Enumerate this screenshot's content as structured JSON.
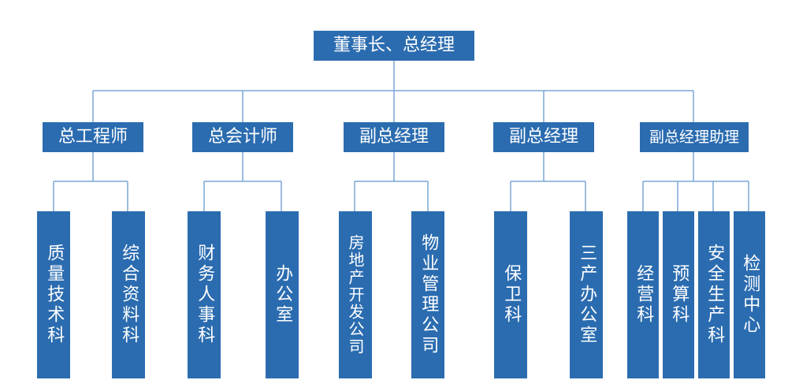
{
  "org": {
    "root": "董事长、总经理",
    "level2": [
      {
        "title": "总工程师",
        "depts": [
          "质量技术科",
          "综合资料科"
        ]
      },
      {
        "title": "总会计师",
        "depts": [
          "财务人事科",
          "办公室"
        ]
      },
      {
        "title": "副总经理",
        "depts": [
          "房地产开发公司",
          "物业管理公司"
        ]
      },
      {
        "title": "副总经理",
        "depts": [
          "保卫科",
          "三产办公室"
        ]
      },
      {
        "title": "副总经理助理",
        "depts": [
          "经营科",
          "预算科",
          "安全生产科",
          "检测中心"
        ]
      }
    ]
  },
  "colors": {
    "box": "#2b6cb0",
    "line": "#7aa6d6"
  }
}
